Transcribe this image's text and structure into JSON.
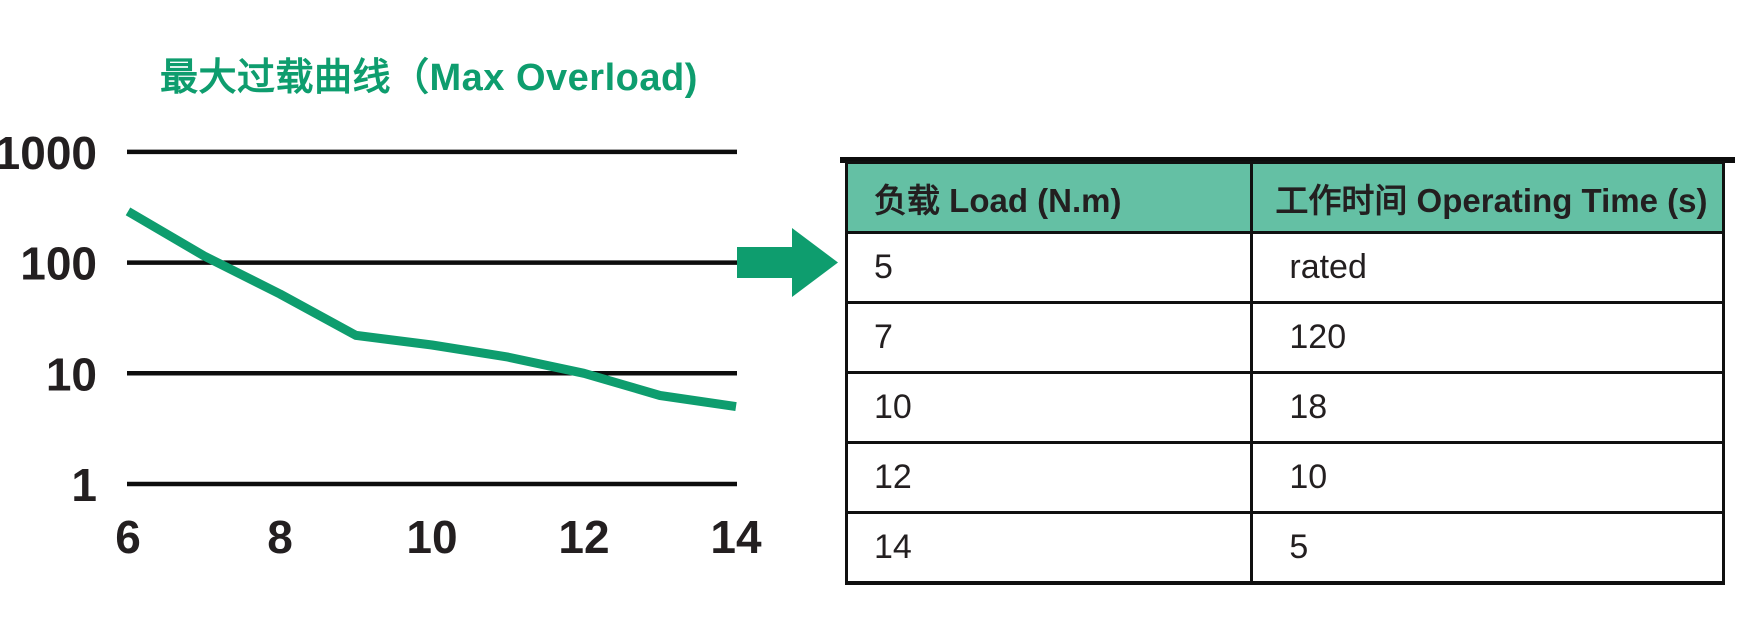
{
  "chart": {
    "title": "最大过载曲线（Max Overload)"
  },
  "chart_data": {
    "type": "line",
    "title": "最大过载曲线（Max Overload)",
    "x": [
      6,
      7,
      8,
      9,
      10,
      11,
      12,
      13,
      14
    ],
    "series": [
      {
        "name": "Max Overload",
        "values": [
          290,
          115,
          52,
          22,
          18,
          14,
          10,
          6.3,
          5
        ]
      }
    ],
    "x_ticks": [
      "6",
      "8",
      "10",
      "12",
      "14"
    ],
    "y_ticks": [
      "1",
      "10",
      "100",
      "1000"
    ],
    "y_tick_values": [
      1,
      10,
      100,
      1000
    ],
    "x_tick_values": [
      6,
      8,
      10,
      12,
      14
    ],
    "y_scale": "log",
    "xlim": [
      6,
      14
    ],
    "ylim": [
      1,
      1000
    ],
    "grid": "horizontal-only",
    "legend": "none",
    "xlabel": "",
    "ylabel": "",
    "line_color": "#0e9d6e"
  },
  "arrow": {
    "semantic": "chart-points-to-table",
    "color": "#0e9d6e"
  },
  "table": {
    "header_bg": "#64c0a4",
    "headers": [
      "负载 Load (N.m)",
      "工作时间 Operating Time (s)"
    ],
    "rows": [
      {
        "load": "5",
        "time": "rated"
      },
      {
        "load": "7",
        "time": "120"
      },
      {
        "load": "10",
        "time": "18"
      },
      {
        "load": "12",
        "time": "10"
      },
      {
        "load": "14",
        "time": "5"
      }
    ]
  }
}
